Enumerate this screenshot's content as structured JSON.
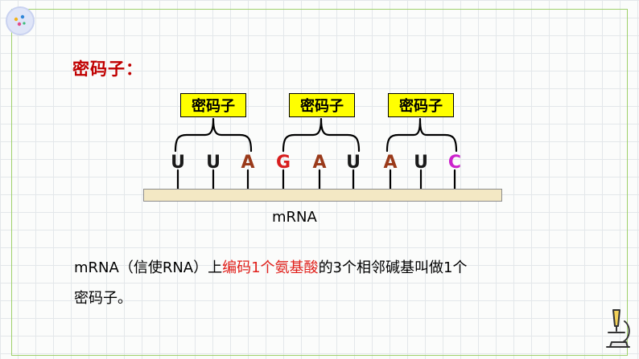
{
  "heading": "密码子：",
  "codon_label": "密码子",
  "codons": [
    {
      "label": "密码子",
      "bases": [
        "U",
        "U",
        "A"
      ]
    },
    {
      "label": "密码子",
      "bases": [
        "G",
        "A",
        "U"
      ]
    },
    {
      "label": "密码子",
      "bases": [
        "A",
        "U",
        "C"
      ]
    }
  ],
  "bases": [
    {
      "letter": "U",
      "color": "#1a1a1a"
    },
    {
      "letter": "U",
      "color": "#1a1a1a"
    },
    {
      "letter": "A",
      "color": "#9a3a1a"
    },
    {
      "letter": "G",
      "color": "#d81e1e"
    },
    {
      "letter": "A",
      "color": "#9a3a1a"
    },
    {
      "letter": "U",
      "color": "#1a1a1a"
    },
    {
      "letter": "A",
      "color": "#9a3a1a"
    },
    {
      "letter": "U",
      "color": "#1a1a1a"
    },
    {
      "letter": "C",
      "color": "#cc22cc"
    }
  ],
  "strand_label": "mRNA",
  "definition": {
    "prefix": "mRNA（信使RNA）上",
    "highlight": "编码1个氨基酸",
    "suffix": "的3个相邻碱基叫做1个",
    "line2": "密码子。"
  },
  "colors": {
    "heading": "#c00000",
    "highlight": "#e0201b",
    "label_fill": "#ffff00",
    "frame": "#9ed06a"
  }
}
